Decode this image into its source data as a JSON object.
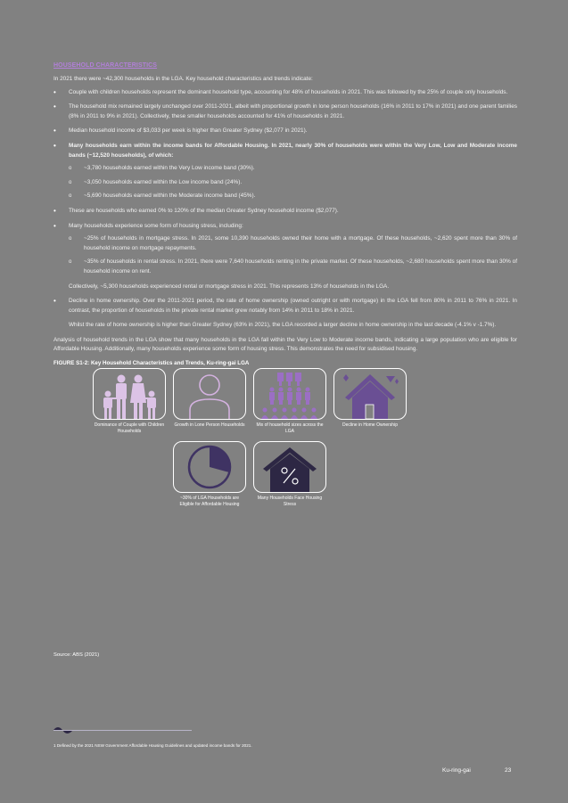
{
  "section": {
    "heading": "HOUSEHOLD CHARACTERISTICS",
    "intro": "In 2021 there were ~42,300 households in the LGA. Key household characteristics and trends indicate:"
  },
  "bullets": [
    {
      "text": "Couple with children households represent the dominant household type, accounting for 48% of households in 2021. This was followed by the 25% of couple only households.",
      "bold": false
    },
    {
      "text": "The household mix remained largely unchanged over 2011-2021, albeit with proportional growth in lone person households (16% in 2011 to 17% in 2021) and one parent families (8% in 2011 to 9% in 2021). Collectively, these smaller households accounted for 41% of households in 2021.",
      "bold": false
    },
    {
      "text": "Median household income of $3,033 per week is higher than Greater Sydney ($2,077 in 2021).",
      "bold": false
    },
    {
      "text": "Many households earn within the income bands for Affordable Housing. In 2021, nearly 30% of households were within the Very Low, Low and Moderate income bands (~12,520 households), of which:",
      "bold": true,
      "sub": [
        "~3,780 households earned within the Very Low income band (30%).",
        "~3,050 households earned within the Low income band (24%).",
        "~5,690 households earned within the Moderate income band (45%)."
      ]
    },
    {
      "text": "These are households who earned 0% to 120% of the median Greater Sydney household income ($2,077).",
      "bold": false
    },
    {
      "text": "Many households experience some form of housing stress, including:",
      "bold": false,
      "sub": [
        "~25% of households in mortgage stress. In 2021, some 10,390 households owned their home with a mortgage. Of these households, ~2,620 spent more than 30% of household income on mortgage repayments.",
        "~35% of households in rental stress. In 2021, there were 7,640 households renting in the private market. Of these households, ~2,680 households spent more than 30% of household income on rent."
      ],
      "after": "Collectively, ~5,300 households experienced rental or mortgage stress in 2021. This represents 13% of households in the LGA."
    },
    {
      "text": "Decline in home ownership. Over the 2011-2021 period, the rate of home ownership (owned outright or with mortgage) in the LGA fell from 80% in 2011 to 76% in 2021. In contrast, the proportion of households in the private rental market grew notably from 14% in 2011 to 18% in 2021.",
      "bold": false,
      "after": "Whilst the rate of home ownership is higher than Greater Sydney (63% in 2021), the LGA recorded a larger decline in home ownership in the last decade (-4.1% v -1.7%)."
    }
  ],
  "analysis": "Analysis of household trends in the LGA show that many households in the LGA fall within the Very Low to Moderate income bands, indicating a large population who are eligible for Affordable Housing. Additionally, many households experience some form of housing stress. This demonstrates the need for subsidised housing.",
  "figure": {
    "title": "FIGURE S1-2: Key Household Characteristics and Trends, Ku-ring-gai LGA",
    "icons": [
      {
        "name": "family",
        "label": "Dominance of Couple with Children Households",
        "color": "#dcc3e6"
      },
      {
        "name": "person",
        "label": "Growth in Lone Person Households",
        "color": "#d4b2e0"
      },
      {
        "name": "crowd",
        "label": "Mix of household sizes across the LGA",
        "color": "#9b6fc4"
      },
      {
        "name": "house",
        "label": "Decline in Home Ownership",
        "color": "#6a4f94"
      },
      {
        "name": "pie",
        "label": "~30% of LGA Households are Eligible for Affordable Housing",
        "color": "#3f3363"
      },
      {
        "name": "house-percent",
        "label": "Many Households Face Housing Stress",
        "color": "#2d2744"
      }
    ]
  },
  "source": "Source: ABS (2021)",
  "footnote": "1 Defined by the 2021 NSW Government Affordable Housing Guidelines and updated income bands for 2021.",
  "footer": {
    "name": "Ku-ring-gai",
    "page": "23"
  }
}
